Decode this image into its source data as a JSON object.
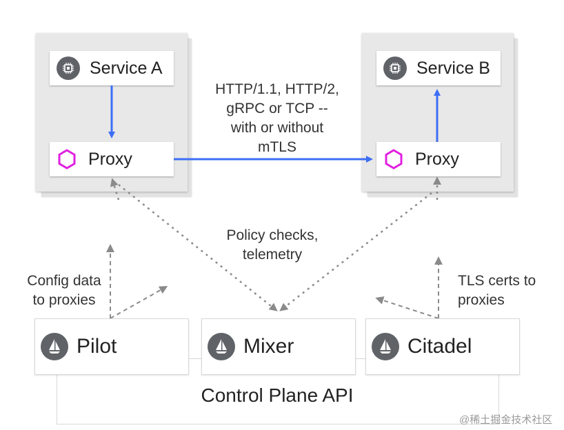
{
  "service_a": {
    "label": "Service A",
    "icon": "chip-icon"
  },
  "service_b": {
    "label": "Service B",
    "icon": "chip-icon"
  },
  "proxy_a": {
    "label": "Proxy",
    "icon": "hexagon-icon"
  },
  "proxy_b": {
    "label": "Proxy",
    "icon": "hexagon-icon"
  },
  "traffic_note": [
    "HTTP/1.1, HTTP/2,",
    "gRPC or TCP --",
    "with or without",
    "mTLS"
  ],
  "policy_note": [
    "Policy checks,",
    "telemetry"
  ],
  "config_note": [
    "Config data",
    "to proxies"
  ],
  "tls_note": [
    "TLS certs to",
    "proxies"
  ],
  "control_plane": {
    "pilot": {
      "label": "Pilot",
      "icon": "sailboat-icon"
    },
    "mixer": {
      "label": "Mixer",
      "icon": "sailboat-icon"
    },
    "citadel": {
      "label": "Citadel",
      "icon": "sailboat-icon"
    },
    "api_label": "Control Plane API"
  },
  "watermark": "@稀土掘金技术社区",
  "colors": {
    "arrow_blue": "#3d6ef5",
    "proxy_magenta": "#e020e0",
    "icon_gray": "#5f6368",
    "dashed_gray": "#8a8a8a"
  }
}
